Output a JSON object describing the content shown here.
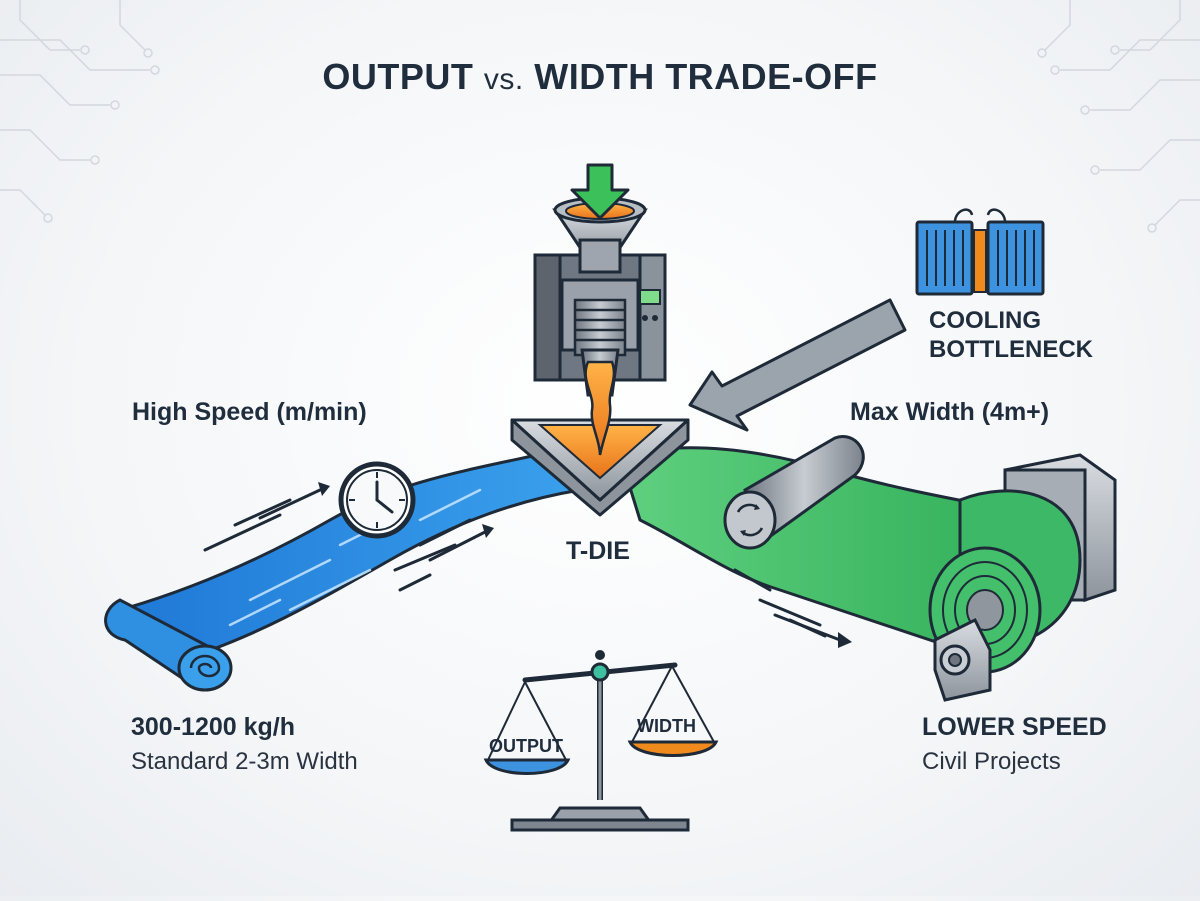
{
  "title": {
    "left": "OUTPUT",
    "vs": "vs.",
    "right": "WIDTH TRADE-OFF"
  },
  "die": {
    "label": "T-DIE"
  },
  "left": {
    "heading": "High Speed (m/min)",
    "output": "300-1200 kg/h",
    "width_note": "Standard 2-3m Width"
  },
  "right": {
    "heading": "Max Width (4m+)",
    "speed": "LOWER SPEED",
    "use": "Civil Projects"
  },
  "cooling": {
    "line1": "COOLING",
    "line2": "BOTTLENECK"
  },
  "scale": {
    "left": "OUTPUT",
    "right": "WIDTH"
  },
  "colors": {
    "blue_sheet": "#2f8fe0",
    "green_sheet": "#49c26e",
    "melt_orange": "#f08a1c",
    "arrow_green": "#3cc05a",
    "steel": "#8e959e",
    "dark_text": "#1f2d3d"
  }
}
